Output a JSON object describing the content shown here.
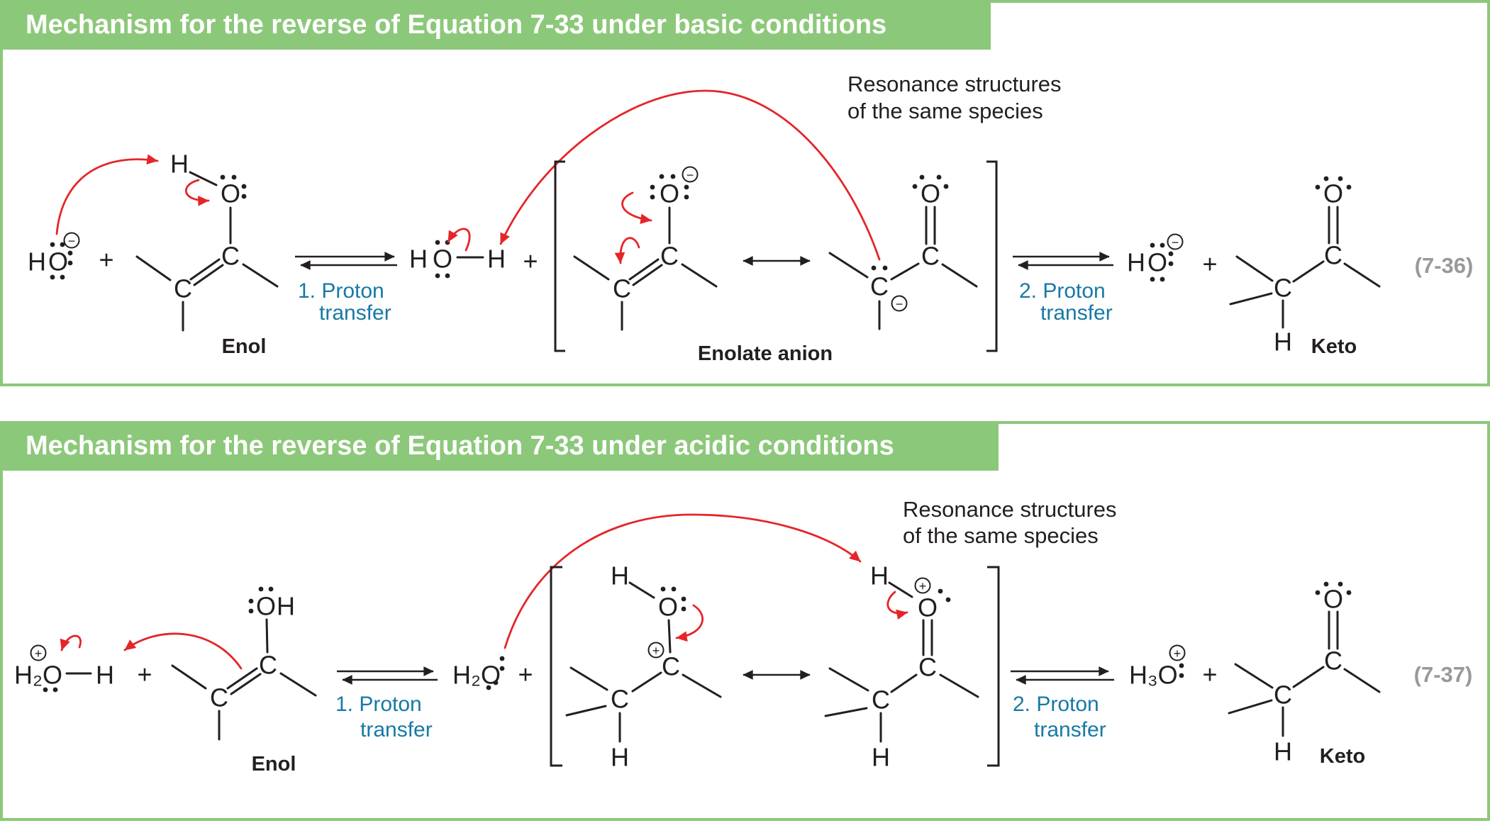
{
  "colors": {
    "header_green": "#8cc87a",
    "border_green": "#8cc87a",
    "arrow_red": "#e52528",
    "step_blue": "#1779a5",
    "equation_gray": "#97999b",
    "ink": "#231f20",
    "title_white": "#ffffff"
  },
  "sym": {
    "C": "C",
    "O": "O",
    "H": "H",
    "plus": "+",
    "h2o": "H₂O",
    "h3o": "H₃O",
    "minus_charge": "−",
    "plus_charge": "+"
  },
  "p1": {
    "title": "Mechanism for the reverse of Equation 7-33 under basic conditions",
    "eq_number": "(7-36)",
    "note_line1": "Resonance structures",
    "note_line2": "of the same species",
    "step1_line1": "1. Proton",
    "step1_line2": "transfer",
    "step2_line1": "2. Proton",
    "step2_line2": "transfer",
    "label_enol": "Enol",
    "label_enolate": "Enolate anion",
    "label_keto": "Keto"
  },
  "p2": {
    "title": "Mechanism for the reverse of Equation 7-33 under acidic conditions",
    "eq_number": "(7-37)",
    "note_line1": "Resonance structures",
    "note_line2": "of the same species",
    "step1_line1": "1. Proton",
    "step1_line2": "transfer",
    "step2_line1": "2. Proton",
    "step2_line2": "transfer",
    "label_enol": "Enol",
    "label_keto": "Keto"
  }
}
